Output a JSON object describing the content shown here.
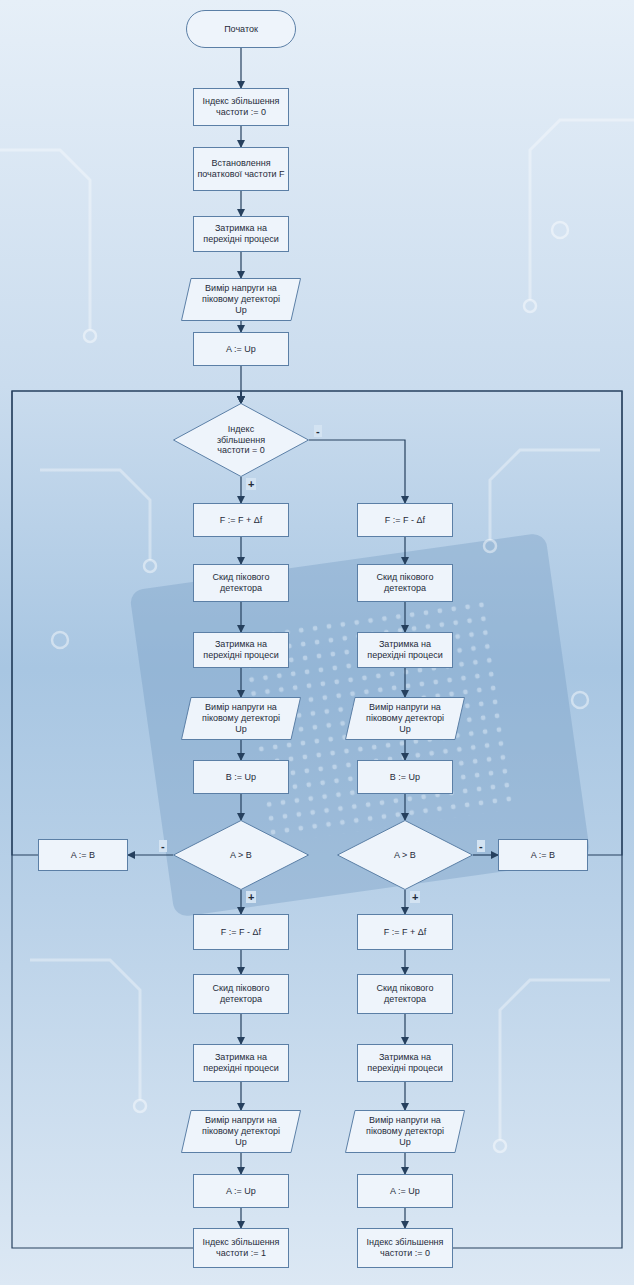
{
  "diagram": {
    "nodes": [
      {
        "text": [
          "Початок"
        ]
      },
      {
        "text": [
          "Індекс збільшення частоти := 0"
        ]
      },
      {
        "text": [
          "Встановлення початкової частоти F"
        ]
      },
      {
        "text": [
          "Затримка на перехідні процеси"
        ]
      },
      {
        "text": [
          "Вимір напруги на піковому детекторі Up"
        ]
      },
      {
        "text": [
          "A := Up"
        ]
      },
      {
        "text": [
          "Індекс збільшення частоти = 0"
        ]
      },
      {
        "text": [
          "F := F + Δf"
        ]
      },
      {
        "text": [
          "Скид пікового детектора"
        ]
      },
      {
        "text": [
          "Затримка на перехідні процеси"
        ]
      },
      {
        "text": [
          "Вимір напруги на піковому детекторі Up"
        ]
      },
      {
        "text": [
          "B := Up"
        ]
      },
      {
        "text": [
          "A > B"
        ]
      },
      {
        "text": [
          "A := B"
        ]
      },
      {
        "text": [
          "F := F - Δf"
        ]
      },
      {
        "text": [
          "Скид пікового детектора"
        ]
      },
      {
        "text": [
          "Затримка на перехідні процеси"
        ]
      },
      {
        "text": [
          "Вимір напруги на піковому детекторі Up"
        ]
      },
      {
        "text": [
          "A := Up"
        ]
      },
      {
        "text": [
          "Індекс збільшення частоти := 1"
        ]
      },
      {
        "text": [
          "F := F - Δf"
        ]
      },
      {
        "text": [
          "Скид пікового детектора"
        ]
      },
      {
        "text": [
          "Затримка на перехідні процеси"
        ]
      },
      {
        "text": [
          "Вимір напруги на піковому детекторі Up"
        ]
      },
      {
        "text": [
          "B := Up"
        ]
      },
      {
        "text": [
          "A > B"
        ]
      },
      {
        "text": [
          "A := B"
        ]
      },
      {
        "text": [
          "F := F + Δf"
        ]
      },
      {
        "text": [
          "Скид пікового детектора"
        ]
      },
      {
        "text": [
          "Затримка на перехідні процеси"
        ]
      },
      {
        "text": [
          "Вимір напруги на піковому детекторі Up"
        ]
      },
      {
        "text": [
          "A := Up"
        ]
      },
      {
        "text": [
          "Індекс збільшення частоти := 0"
        ]
      }
    ],
    "edges": [
      {
        "from": 0,
        "to": 1,
        "arrow": "to"
      },
      {
        "from": 1,
        "to": 2,
        "arrow": "to"
      },
      {
        "from": 2,
        "to": 3,
        "arrow": "to"
      },
      {
        "from": 3,
        "to": 4,
        "arrow": "to"
      },
      {
        "from": 4,
        "to": 5,
        "arrow": "to"
      },
      {
        "from": 5,
        "to": 6,
        "arrow": "to"
      },
      {
        "from": 6,
        "to": 7,
        "label": "+",
        "arrow": "to"
      },
      {
        "from": 6,
        "to": 20,
        "label": "-",
        "arrow": "to"
      },
      {
        "from": 7,
        "to": 8,
        "arrow": "to"
      },
      {
        "from": 8,
        "to": 9,
        "arrow": "to"
      },
      {
        "from": 9,
        "to": 10,
        "arrow": "to"
      },
      {
        "from": 10,
        "to": 11,
        "arrow": "to"
      },
      {
        "from": 11,
        "to": 12,
        "arrow": "to"
      },
      {
        "from": 12,
        "to": 13,
        "label": "-",
        "arrow": "to"
      },
      {
        "from": 12,
        "to": 14,
        "label": "+",
        "arrow": "to"
      },
      {
        "from": 13,
        "to": 6,
        "arrow": "to"
      },
      {
        "from": 14,
        "to": 15,
        "arrow": "to"
      },
      {
        "from": 15,
        "to": 16,
        "arrow": "to"
      },
      {
        "from": 16,
        "to": 17,
        "arrow": "to"
      },
      {
        "from": 17,
        "to": 18,
        "arrow": "to"
      },
      {
        "from": 18,
        "to": 19,
        "arrow": "to"
      },
      {
        "from": 19,
        "to": 6,
        "arrow": "to"
      },
      {
        "from": 20,
        "to": 21,
        "arrow": "to"
      },
      {
        "from": 21,
        "to": 22,
        "arrow": "to"
      },
      {
        "from": 22,
        "to": 23,
        "arrow": "to"
      },
      {
        "from": 23,
        "to": 24,
        "arrow": "to"
      },
      {
        "from": 24,
        "to": 25,
        "arrow": "to"
      },
      {
        "from": 25,
        "to": 26,
        "label": "-",
        "arrow": "to"
      },
      {
        "from": 25,
        "to": 27,
        "label": "+",
        "arrow": "to"
      },
      {
        "from": 26,
        "to": 6,
        "arrow": "to"
      },
      {
        "from": 27,
        "to": 28,
        "arrow": "to"
      },
      {
        "from": 28,
        "to": 29,
        "arrow": "to"
      },
      {
        "from": 29,
        "to": 30,
        "arrow": "to"
      },
      {
        "from": 30,
        "to": 31,
        "arrow": "to"
      },
      {
        "from": 31,
        "to": 32,
        "arrow": "to"
      },
      {
        "from": 32,
        "to": 6,
        "arrow": "to"
      }
    ]
  }
}
